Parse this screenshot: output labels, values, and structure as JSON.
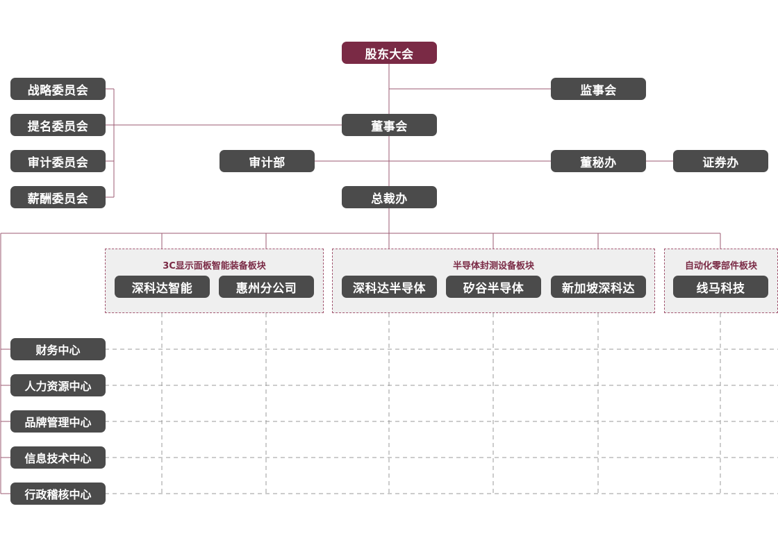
{
  "colors": {
    "line": "#9b5a72",
    "accent": "#7a2a45",
    "box": "#4b4b4b",
    "group_bg": "#efefef",
    "grid_dash": "#9a9a9a"
  },
  "top": {
    "shareholders": "股东大会",
    "supervisors": "监事会",
    "board": "董事会",
    "audit_dept": "审计部",
    "board_secretary": "董秘办",
    "securities": "证券办",
    "president_office": "总裁办"
  },
  "committees": [
    "战略委员会",
    "提名委员会",
    "审计委员会",
    "薪酬委员会"
  ],
  "segments": [
    {
      "title": "3C显示面板智能装备板块",
      "companies": [
        "深科达智能",
        "惠州分公司"
      ]
    },
    {
      "title": "半导体封测设备板块",
      "companies": [
        "深科达半导体",
        "矽谷半导体",
        "新加坡深科达"
      ]
    },
    {
      "title": "自动化零部件板块",
      "companies": [
        "线马科技"
      ]
    }
  ],
  "centers": [
    "财务中心",
    "人力资源中心",
    "品牌管理中心",
    "信息技术中心",
    "行政稽核中心"
  ]
}
